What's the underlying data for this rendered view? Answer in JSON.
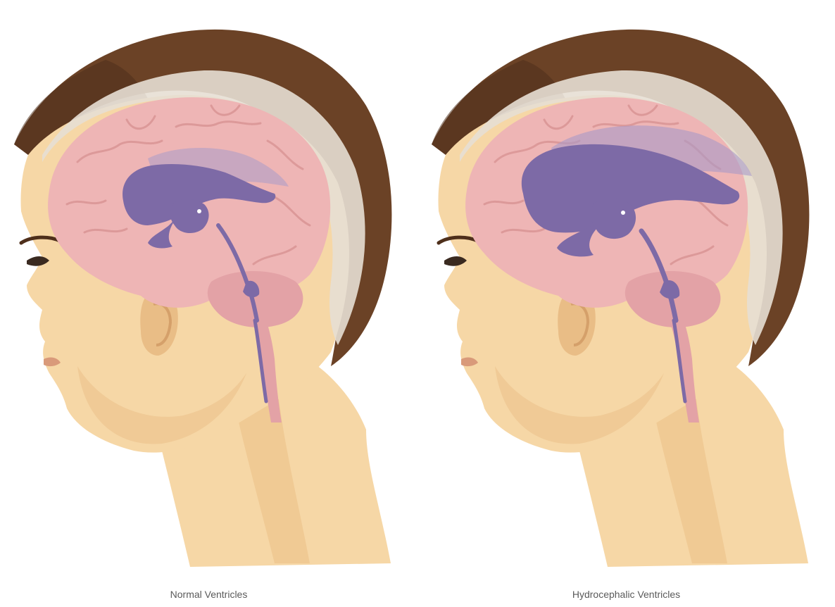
{
  "figure": {
    "panels": [
      {
        "id": "normal",
        "caption": "Normal Ventricles",
        "ventricle_state": "normal"
      },
      {
        "id": "hydrocephalic",
        "caption": "Hydrocephalic Ventricles",
        "ventricle_state": "enlarged"
      }
    ]
  },
  "colors": {
    "background": "#ffffff",
    "hair": "#6b4226",
    "hair_dark": "#4e2f1b",
    "skin": "#f6d7a6",
    "skin_shade": "#e9bd86",
    "skull": "#e7dfd4",
    "brain": "#eeb5b5",
    "brain_fold": "#d99595",
    "cerebellum": "#e3a2a6",
    "ventricle": "#7d6aa6",
    "ventricle_light": "#a99ac8",
    "caption_text": "#5a5a5a"
  },
  "icons": {
    "head": "head-profile-icon",
    "brain": "brain-icon"
  }
}
